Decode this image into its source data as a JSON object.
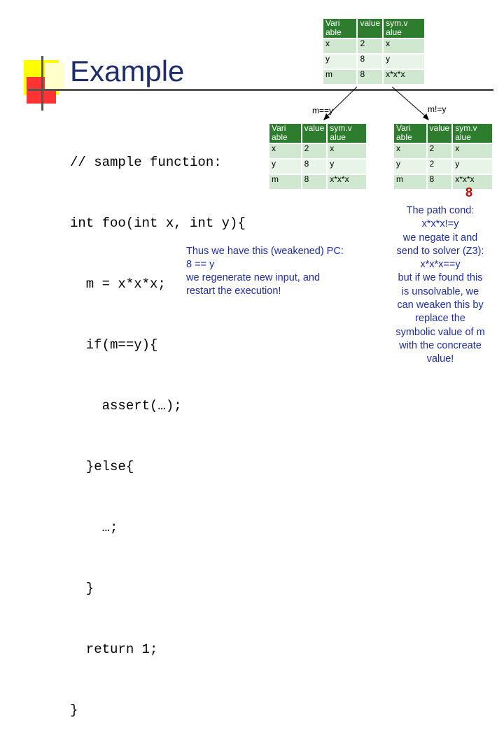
{
  "title": "Example",
  "code": {
    "lines": [
      "// sample function:",
      "int foo(int x, int y){",
      "  m = x*x*x;",
      "  if(m==y){",
      "    assert(…);",
      "  }else{",
      "    …;",
      "  }",
      "  return 1;",
      "}"
    ]
  },
  "tables": {
    "top": {
      "headers": [
        "Vari able",
        "value",
        "sym.v alue"
      ],
      "rows": [
        [
          "x",
          "2",
          "x"
        ],
        [
          "y",
          "8",
          "y"
        ],
        [
          "m",
          "8",
          "x*x*x"
        ]
      ]
    },
    "left": {
      "headers": [
        "Vari able",
        "value",
        "sym.v alue"
      ],
      "rows": [
        [
          "x",
          "2",
          "x"
        ],
        [
          "y",
          "8",
          "y"
        ],
        [
          "m",
          "8",
          "x*x*x"
        ]
      ]
    },
    "right": {
      "headers": [
        "Vari able",
        "value",
        "sym.v alue"
      ],
      "rows": [
        [
          "x",
          "2",
          "x"
        ],
        [
          "y",
          "2",
          "y"
        ],
        [
          "m",
          "8",
          "x*x*x"
        ]
      ]
    }
  },
  "branches": {
    "eq_label": "m==y",
    "neq_label": "m!=y"
  },
  "red_value": "8",
  "pc_note": {
    "lines": [
      "Thus we have this (weakened) PC:",
      "8 == y",
      "we regenerate new input, and",
      "restart the execution!"
    ]
  },
  "path_note": {
    "lines": [
      "The path cond:",
      "x*x*x!=y",
      "we negate it and",
      "send to solver (Z3):",
      "x*x*x==y",
      "but if we found this",
      "is unsolvable, we",
      "can weaken this by",
      "replace the",
      "symbolic value of m",
      "with the concreate",
      "value!"
    ]
  },
  "colors": {
    "header": "#2e7d2e",
    "row_dark": "#cfe8cf",
    "row_light": "#e9f4e9",
    "blue_text": "#1f2d9f",
    "title": "#1f2d6b"
  }
}
